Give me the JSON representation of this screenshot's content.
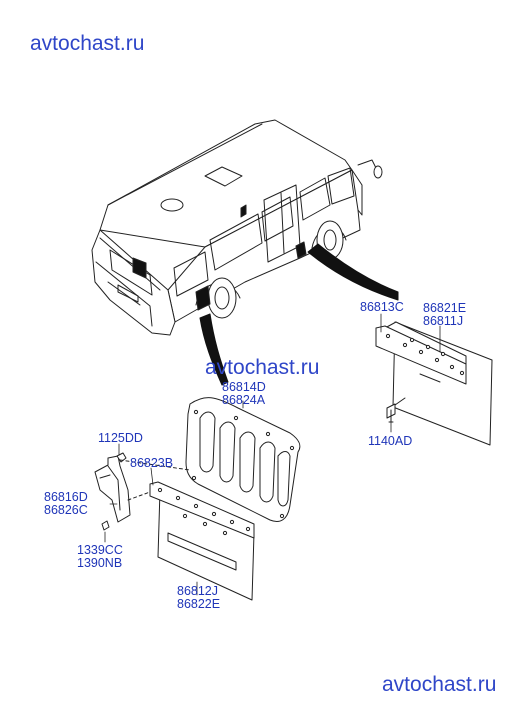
{
  "watermarks": [
    "avtochast.ru",
    "avtochast.ru",
    "avtochast.ru"
  ],
  "parts": {
    "p_86813C": "86813C",
    "p_86821E": "86821E",
    "p_86811J": "86811J",
    "p_1140AD": "1140AD",
    "p_86814D": "86814D",
    "p_86824A": "86824A",
    "p_1125DD": "1125DD",
    "p_86823B": "86823B",
    "p_86816D": "86816D",
    "p_86826C": "86826C",
    "p_1339CC": "1339CC",
    "p_1390NB": "1390NB",
    "p_86812J": "86812J",
    "p_86822E": "86822E"
  },
  "colors": {
    "ink": "#222222",
    "label": "#1f35b8",
    "watermark": "#2f46c8"
  }
}
